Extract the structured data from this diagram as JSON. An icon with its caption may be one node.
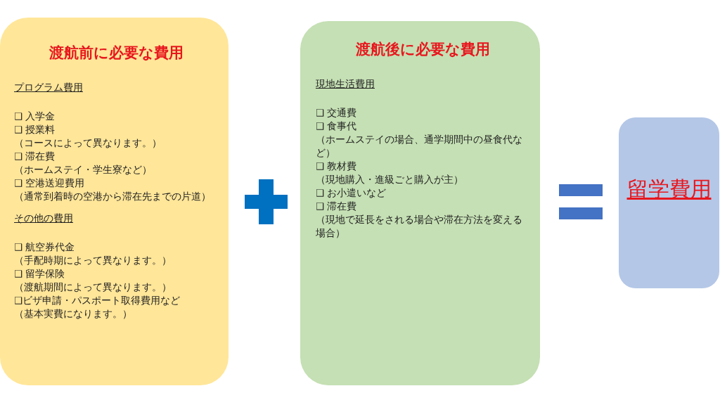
{
  "diagram": {
    "nodes": [
      {
        "text": [
          "渡航前に必要な費用",
          "プログラム費用",
          "❑ 入学金",
          "❑ 授業料",
          "（コースによって異なります。）",
          "❑ 滞在費",
          "（ホームステイ・学生寮など）",
          "❑ 空港送迎費用",
          "（通常到着時の空港から滞在先までの片道）",
          "その他の費用",
          "❑ 航空券代金",
          "（手配時期によって異なります。）",
          "❑ 留学保険",
          "（渡航期間によって異なります。）",
          "❑ビザ申請・パスポート取得費用など",
          "（基本実費になります。）"
        ]
      },
      {
        "text": [
          "渡航後に必要な費用",
          "現地生活費用",
          "❑ 交通費",
          "❑ 食事代",
          "（ホームステイの場合、通学期間中の昼食代など）",
          "❑ 教材費",
          "（現地購入・進級ごと購入が主）",
          "❑ お小遣いなど",
          "❑ 滞在費",
          "（現地で延長をされる場合や滞在方法を変える場合）"
        ]
      },
      {
        "text": [
          "留学費用"
        ]
      }
    ]
  }
}
